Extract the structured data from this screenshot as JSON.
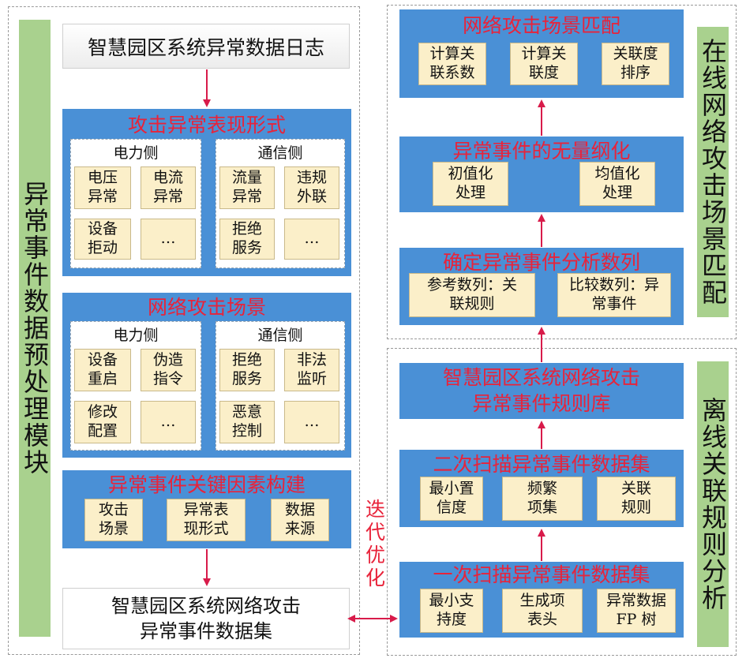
{
  "left_module": {
    "label": "异常事件数据预处理模块",
    "top_box": "智慧园区系统异常数据日志",
    "section1": {
      "title": "攻击异常表现形式",
      "left": {
        "heading": "电力侧",
        "items": [
          "电压\n异常",
          "电流\n异常",
          "设备\n拒动",
          "…"
        ]
      },
      "right": {
        "heading": "通信侧",
        "items": [
          "流量\n异常",
          "违规\n外联",
          "拒绝\n服务",
          "…"
        ]
      }
    },
    "section2": {
      "title": "网络攻击场景",
      "left": {
        "heading": "电力侧",
        "items": [
          "设备\n重启",
          "伪造\n指令",
          "修改\n配置",
          "…"
        ]
      },
      "right": {
        "heading": "通信侧",
        "items": [
          "拒绝\n服务",
          "非法\n监听",
          "恶意\n控制",
          "…"
        ]
      }
    },
    "section3": {
      "title": "异常事件关键因素构建",
      "items": [
        "攻击\n场景",
        "异常表\n现形式",
        "数据\n来源"
      ]
    },
    "bottom_box": "智慧园区系统网络攻击\n异常事件数据集"
  },
  "iterate_label": "迭代优化",
  "offline_module": {
    "label": "离线关联规则分析",
    "scan1": {
      "title": "一次扫描异常事件数据集",
      "items": [
        "最小支\n持度",
        "生成项\n表头",
        "异常数据\nFP 树"
      ]
    },
    "scan2": {
      "title": "二次扫描异常事件数据集",
      "items": [
        "最小置\n信度",
        "频繁\n项集",
        "关联\n规则"
      ]
    },
    "rule_lib": "智慧园区系统网络攻击\n异常事件规则库"
  },
  "online_module": {
    "label": "在线网络攻击场景匹配",
    "seq": {
      "title": "确定异常事件分析数列",
      "items": [
        "参考数列：关\n联规则",
        "比较数列：异\n常事件"
      ]
    },
    "norm": {
      "title": "异常事件的无量纲化",
      "items": [
        "初值化\n处理",
        "均值化\n处理"
      ]
    },
    "match": {
      "title": "网络攻击场景匹配",
      "items": [
        "计算关\n联系数",
        "计算关\n联度",
        "关联度\n排序"
      ]
    }
  },
  "colors": {
    "arrow": "#d81b4a",
    "blue": "#4a90d6",
    "title_red": "#e8233a",
    "cream": "#fbefc9",
    "green": "#a9d18e"
  }
}
